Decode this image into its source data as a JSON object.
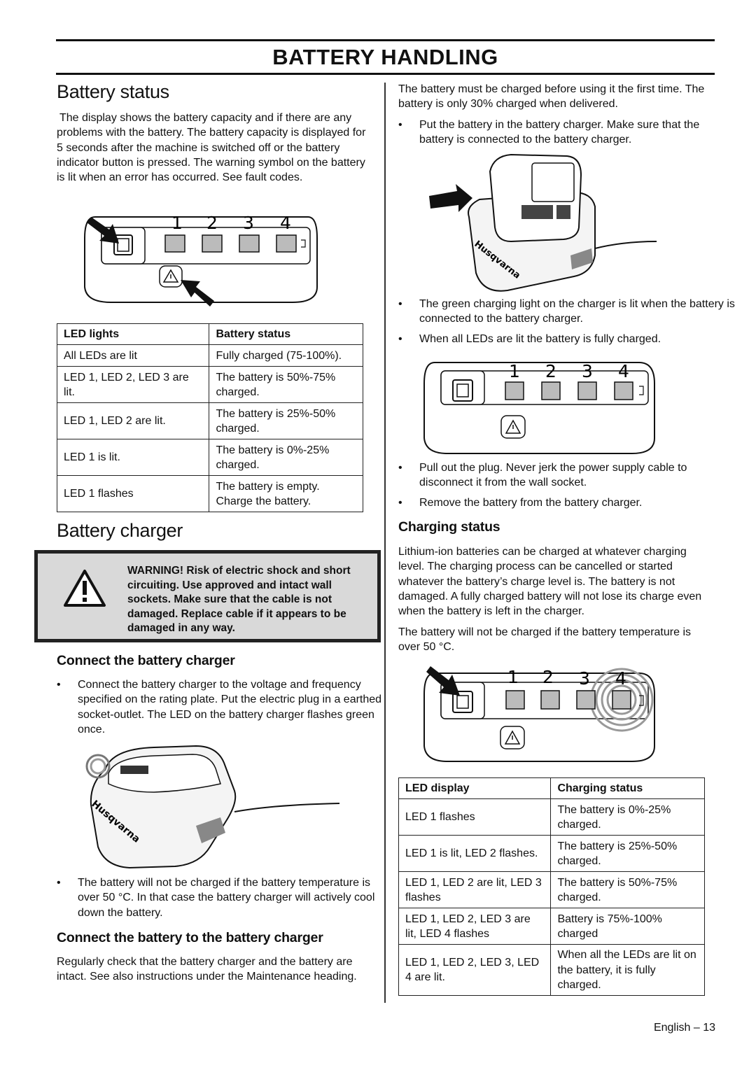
{
  "page": {
    "title": "BATTERY HANDLING",
    "footer": "English – 13"
  },
  "left": {
    "battery_status": {
      "heading": "Battery status",
      "body": "The display shows the battery capacity and if there are any problems with the battery. The battery capacity is displayed for 5 seconds after the machine is switched off or the battery indicator button is pressed. The warning symbol on the battery is lit when an error has occurred. See fault codes.",
      "led_numbers": [
        "1",
        "2",
        "3",
        "4"
      ],
      "table": {
        "headers": [
          "LED lights",
          "Battery status"
        ],
        "rows": [
          [
            "All LEDs are lit",
            "Fully charged (75-100%)."
          ],
          [
            "LED 1, LED 2, LED 3 are lit.",
            "The battery is 50%-75% charged."
          ],
          [
            "LED 1, LED 2 are lit.",
            "The battery is 25%-50% charged."
          ],
          [
            "LED 1 is lit.",
            "The battery is 0%-25% charged."
          ],
          [
            "LED 1 flashes",
            "The battery is empty. Charge the battery."
          ]
        ]
      }
    },
    "battery_charger": {
      "heading": "Battery charger",
      "warning": "WARNING! Risk of electric shock and short circuiting. Use approved and intact wall sockets. Make sure that the cable is not damaged. Replace cable if it appears to be damaged in any way."
    },
    "connect_charger": {
      "heading": "Connect the battery charger",
      "bullet1": "Connect the battery charger to the voltage and frequency specified on the rating plate. Put the electric plug in a earthed socket-outlet. The LED on the battery charger flashes green once.",
      "bullet2": "The battery will not be charged if the battery temperature is over 50 °C. In that case the battery charger will actively cool down the battery."
    },
    "connect_battery": {
      "heading": "Connect the battery to the battery charger",
      "body": "Regularly check that the battery charger and the battery are intact. See also instructions under the Maintenance heading."
    }
  },
  "right": {
    "intro": "The battery must be charged before using it the first time. The battery is only 30% charged when delivered.",
    "bullet1": "Put the battery in the battery charger. Make sure that the battery is connected to the battery charger.",
    "bullet2": "The green charging light on the charger is lit when the battery is connected to the battery charger.",
    "bullet3": "When all LEDs are lit the battery is fully charged.",
    "bullet4": "Pull out the plug. Never jerk the power supply cable to disconnect it from the wall socket.",
    "bullet5": "Remove the battery from the battery charger.",
    "charging_status": {
      "heading": "Charging status",
      "body1": "Lithium-ion batteries can be charged at whatever charging level. The charging process can be cancelled or started whatever the battery’s charge level is. The battery is not damaged. A fully charged battery will not lose its charge even when the battery is left in the charger.",
      "body2": "The battery will not be charged if the battery temperature is over 50 °C.",
      "table": {
        "headers": [
          "LED display",
          "Charging status"
        ],
        "rows": [
          [
            "LED 1 flashes",
            "The battery is 0%-25% charged."
          ],
          [
            "LED 1 is lit, LED 2 flashes.",
            "The battery is 25%-50% charged."
          ],
          [
            "LED 1, LED 2 are lit, LED 3 flashes",
            "The battery is 50%-75% charged."
          ],
          [
            "LED 1, LED 2, LED 3 are lit, LED 4 flashes",
            "Battery is 75%-100% charged"
          ],
          [
            "LED 1, LED 2, LED 3, LED 4 are lit.",
            "When all the LEDs are lit on the battery, it is fully charged."
          ]
        ]
      }
    },
    "brand_logo": "Husqvarna"
  }
}
